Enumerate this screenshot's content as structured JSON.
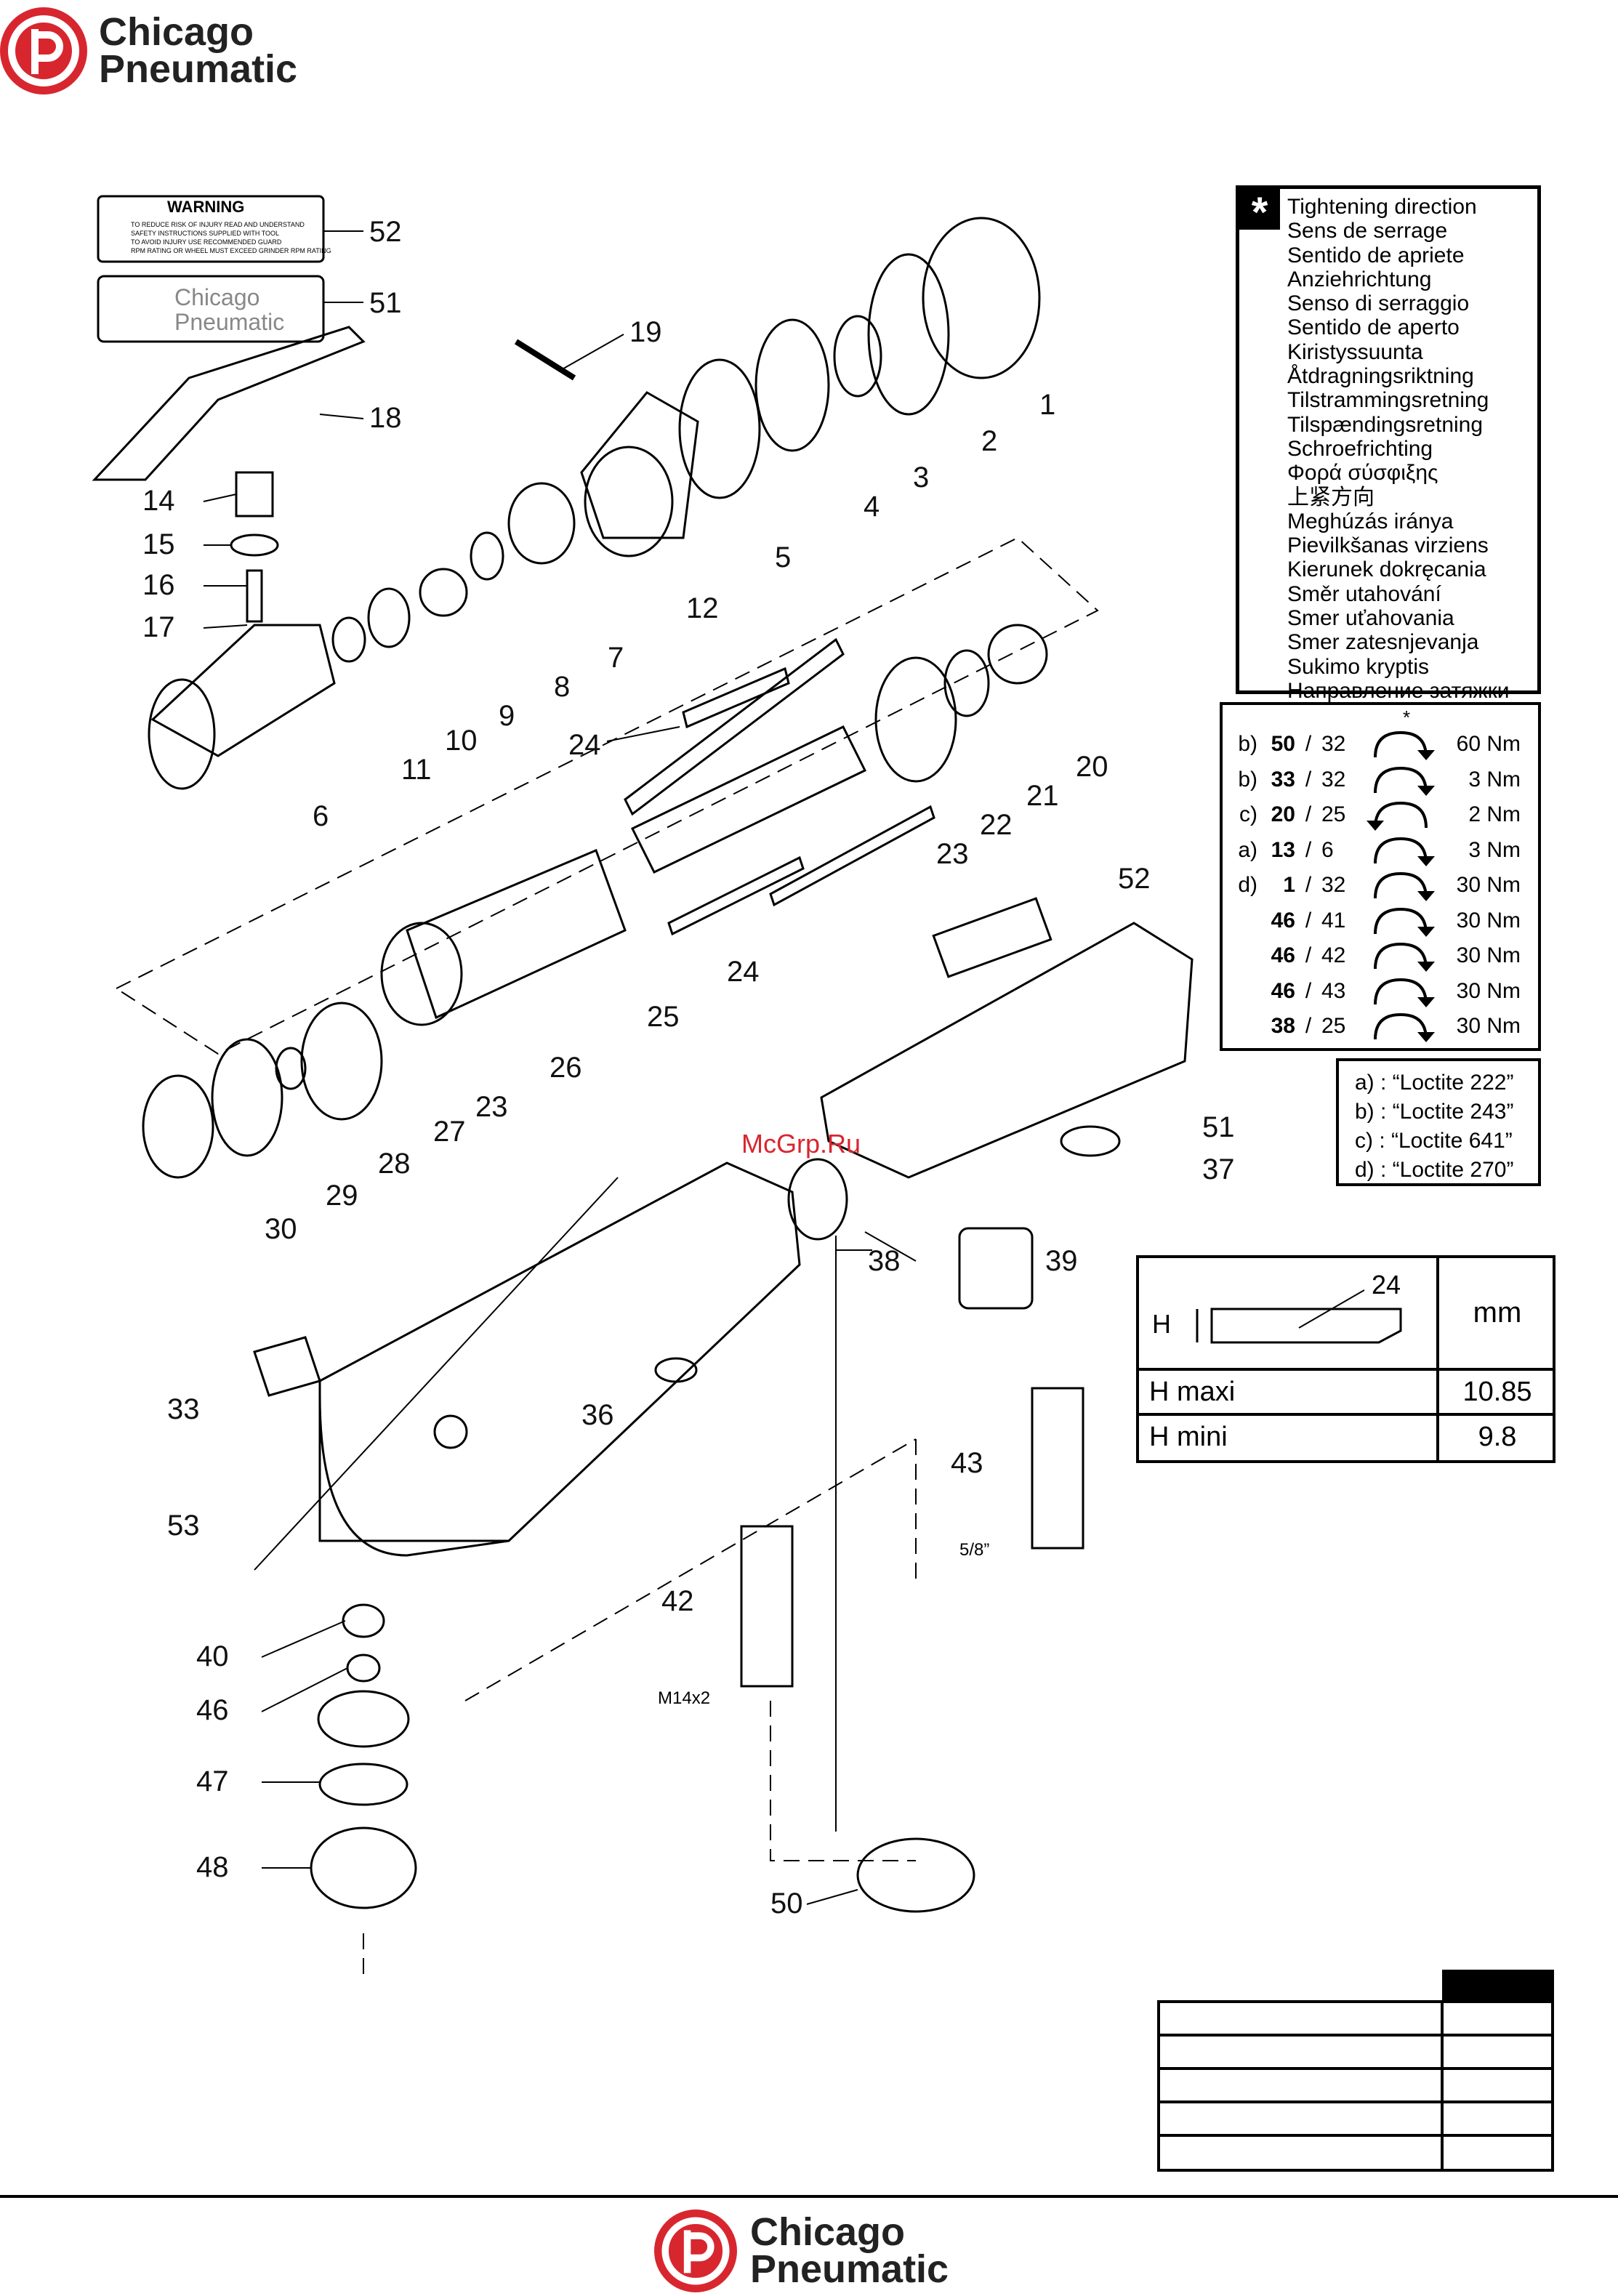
{
  "brand": {
    "line1": "Chicago",
    "line2": "Pneumatic",
    "color": "#d8262f"
  },
  "watermark": "McGrp.Ru",
  "callouts": [
    "52",
    "51",
    "18",
    "19",
    "1",
    "2",
    "3",
    "4",
    "5",
    "12",
    "14",
    "15",
    "16",
    "17",
    "6",
    "11",
    "10",
    "9",
    "8",
    "7",
    "24",
    "20",
    "21",
    "22",
    "23",
    "24",
    "25",
    "26",
    "23",
    "27",
    "28",
    "29",
    "30",
    "52",
    "51",
    "37",
    "38",
    "39",
    "33",
    "36",
    "53",
    "43",
    "42",
    "40",
    "46",
    "47",
    "48",
    "50"
  ],
  "thread_labels": {
    "m14": "M14x2",
    "five_eighths": "5/8”"
  },
  "decal": {
    "warning_title": "WARNING",
    "warning_lines": [
      "TO REDUCE RISK OF INJURY READ AND UNDERSTAND",
      "SAFETY INSTRUCTIONS SUPPLIED WITH TOOL",
      "TO AVOID INJURY USE RECOMMENDED GUARD",
      "RPM RATING OR WHEEL MUST EXCEED GRINDER RPM RATING"
    ],
    "brand_line1": "Chicago",
    "brand_line2": "Pneumatic"
  },
  "tightening": {
    "star": "*",
    "languages": [
      "Tightening direction",
      "Sens de serrage",
      "Sentido de apriete",
      "Anziehrichtung",
      "Senso di serraggio",
      "Sentido de aperto",
      "Kiristyssuunta",
      "Åtdragningsriktning",
      "Tilstrammingsretning",
      "Tilspændingsretning",
      "Schroefrichting",
      "Φορά σύσφιξης",
      "上紧方向",
      "Meghúzás iránya",
      "Pievilkšanas virziens",
      "Kierunek dokręcania",
      "Směr utahování",
      "Smer uťahovania",
      "Smer zatesnjevanja",
      "Sukimo kryptis",
      "Направление затяжки"
    ]
  },
  "torque": {
    "star": "*",
    "rows": [
      {
        "key": "b)",
        "a": "50",
        "b": "32",
        "dir": "cw",
        "nm": "60 Nm"
      },
      {
        "key": "b)",
        "a": "33",
        "b": "32",
        "dir": "cw",
        "nm": "3 Nm"
      },
      {
        "key": "c)",
        "a": "20",
        "b": "25",
        "dir": "ccw",
        "nm": "2 Nm"
      },
      {
        "key": "a)",
        "a": "13",
        "b": "6",
        "dir": "cw",
        "nm": "3 Nm"
      },
      {
        "key": "d)",
        "a": "1",
        "b": "32",
        "dir": "cw",
        "nm": "30 Nm"
      },
      {
        "key": "",
        "a": "46",
        "b": "41",
        "dir": "cw",
        "nm": "30 Nm"
      },
      {
        "key": "",
        "a": "46",
        "b": "42",
        "dir": "cw",
        "nm": "30 Nm"
      },
      {
        "key": "",
        "a": "46",
        "b": "43",
        "dir": "cw",
        "nm": "30 Nm"
      },
      {
        "key": "",
        "a": "38",
        "b": "25",
        "dir": "cw",
        "nm": "30 Nm"
      }
    ]
  },
  "loctite": [
    "a) : “Loctite 222”",
    "b) : “Loctite 243”",
    "c) : “Loctite 641”",
    "d) : “Loctite 270”"
  ],
  "blade": {
    "part": "24",
    "h_label": "H",
    "unit": "mm",
    "rows": [
      {
        "label": "H maxi",
        "value": "10.85"
      },
      {
        "label": "H mini",
        "value": "9.8"
      }
    ]
  }
}
